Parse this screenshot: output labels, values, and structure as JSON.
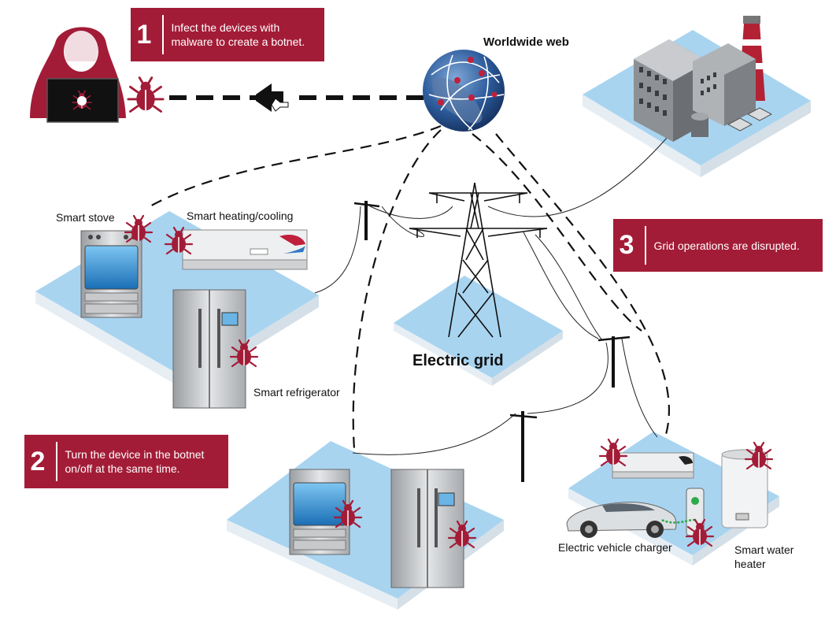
{
  "steps": [
    {
      "number": "1",
      "text_line1": "Infect the devices with",
      "text_line2": "malware to create a botnet."
    },
    {
      "number": "2",
      "text_line1": "Turn the device in the botnet",
      "text_line2": "on/off at the same time."
    },
    {
      "number": "3",
      "text_line1": "Grid operations are disrupted.",
      "text_line2": ""
    }
  ],
  "labels": {
    "web": "Worldwide web",
    "grid": "Electric grid",
    "stove": "Smart stove",
    "heating": "Smart heating/cooling",
    "fridge": "Smart refrigerator",
    "ev": "Electric vehicle charger",
    "water_line1": "Smart water",
    "water_line2": "heater"
  },
  "colors": {
    "brand_red": "#a31c37",
    "platform_blue": "#a8d4f0",
    "platform_side": "#e6eef4"
  },
  "icons": [
    "hacker-icon",
    "bug-icon",
    "globe-icon",
    "power-plant-icon",
    "transmission-tower-icon",
    "utility-pole-icon",
    "stove-icon",
    "ac-unit-icon",
    "refrigerator-icon",
    "car-icon",
    "water-heater-icon",
    "ev-charger-icon"
  ]
}
